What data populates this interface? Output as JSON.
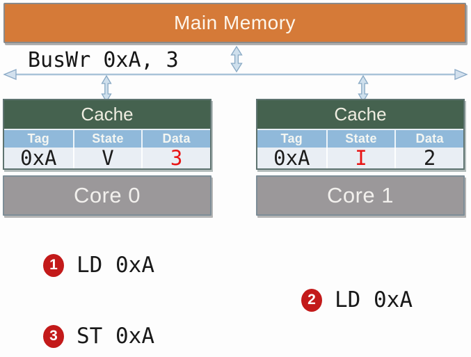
{
  "memory": {
    "label": "Main Memory"
  },
  "bus": {
    "label": "BusWr 0xA, 3"
  },
  "caches": [
    {
      "title": "Cache",
      "columns": [
        "Tag",
        "State",
        "Data"
      ],
      "row": [
        {
          "text": "0xA",
          "color": "#1c1c1c"
        },
        {
          "text": "V",
          "color": "#1c1c1c"
        },
        {
          "text": "3",
          "color": "#e81414"
        }
      ],
      "core": {
        "label": "Core 0"
      }
    },
    {
      "title": "Cache",
      "columns": [
        "Tag",
        "State",
        "Data"
      ],
      "row": [
        {
          "text": "0xA",
          "color": "#1c1c1c"
        },
        {
          "text": "I",
          "color": "#e81414"
        },
        {
          "text": "2",
          "color": "#1c1c1c"
        }
      ],
      "core": {
        "label": "Core 1"
      }
    }
  ],
  "steps": [
    {
      "num": "1",
      "label": "LD 0xA"
    },
    {
      "num": "2",
      "label": "LD 0xA"
    },
    {
      "num": "3",
      "label": "ST 0xA"
    }
  ],
  "icons": {
    "bus": "horizontal-double-arrow",
    "memory_link": "vertical-double-arrow",
    "cache_links": "vertical-double-arrow"
  },
  "colors": {
    "memory_fill": "#d57a38",
    "cache_header_green": "#45624f",
    "table_header_blue": "#90b9da",
    "row_fill": "#e9eef4",
    "core_gray": "#9b989a",
    "accent_red": "#c31a1a",
    "value_red": "#e81414",
    "arrow_blue": "#8aa9c6"
  }
}
